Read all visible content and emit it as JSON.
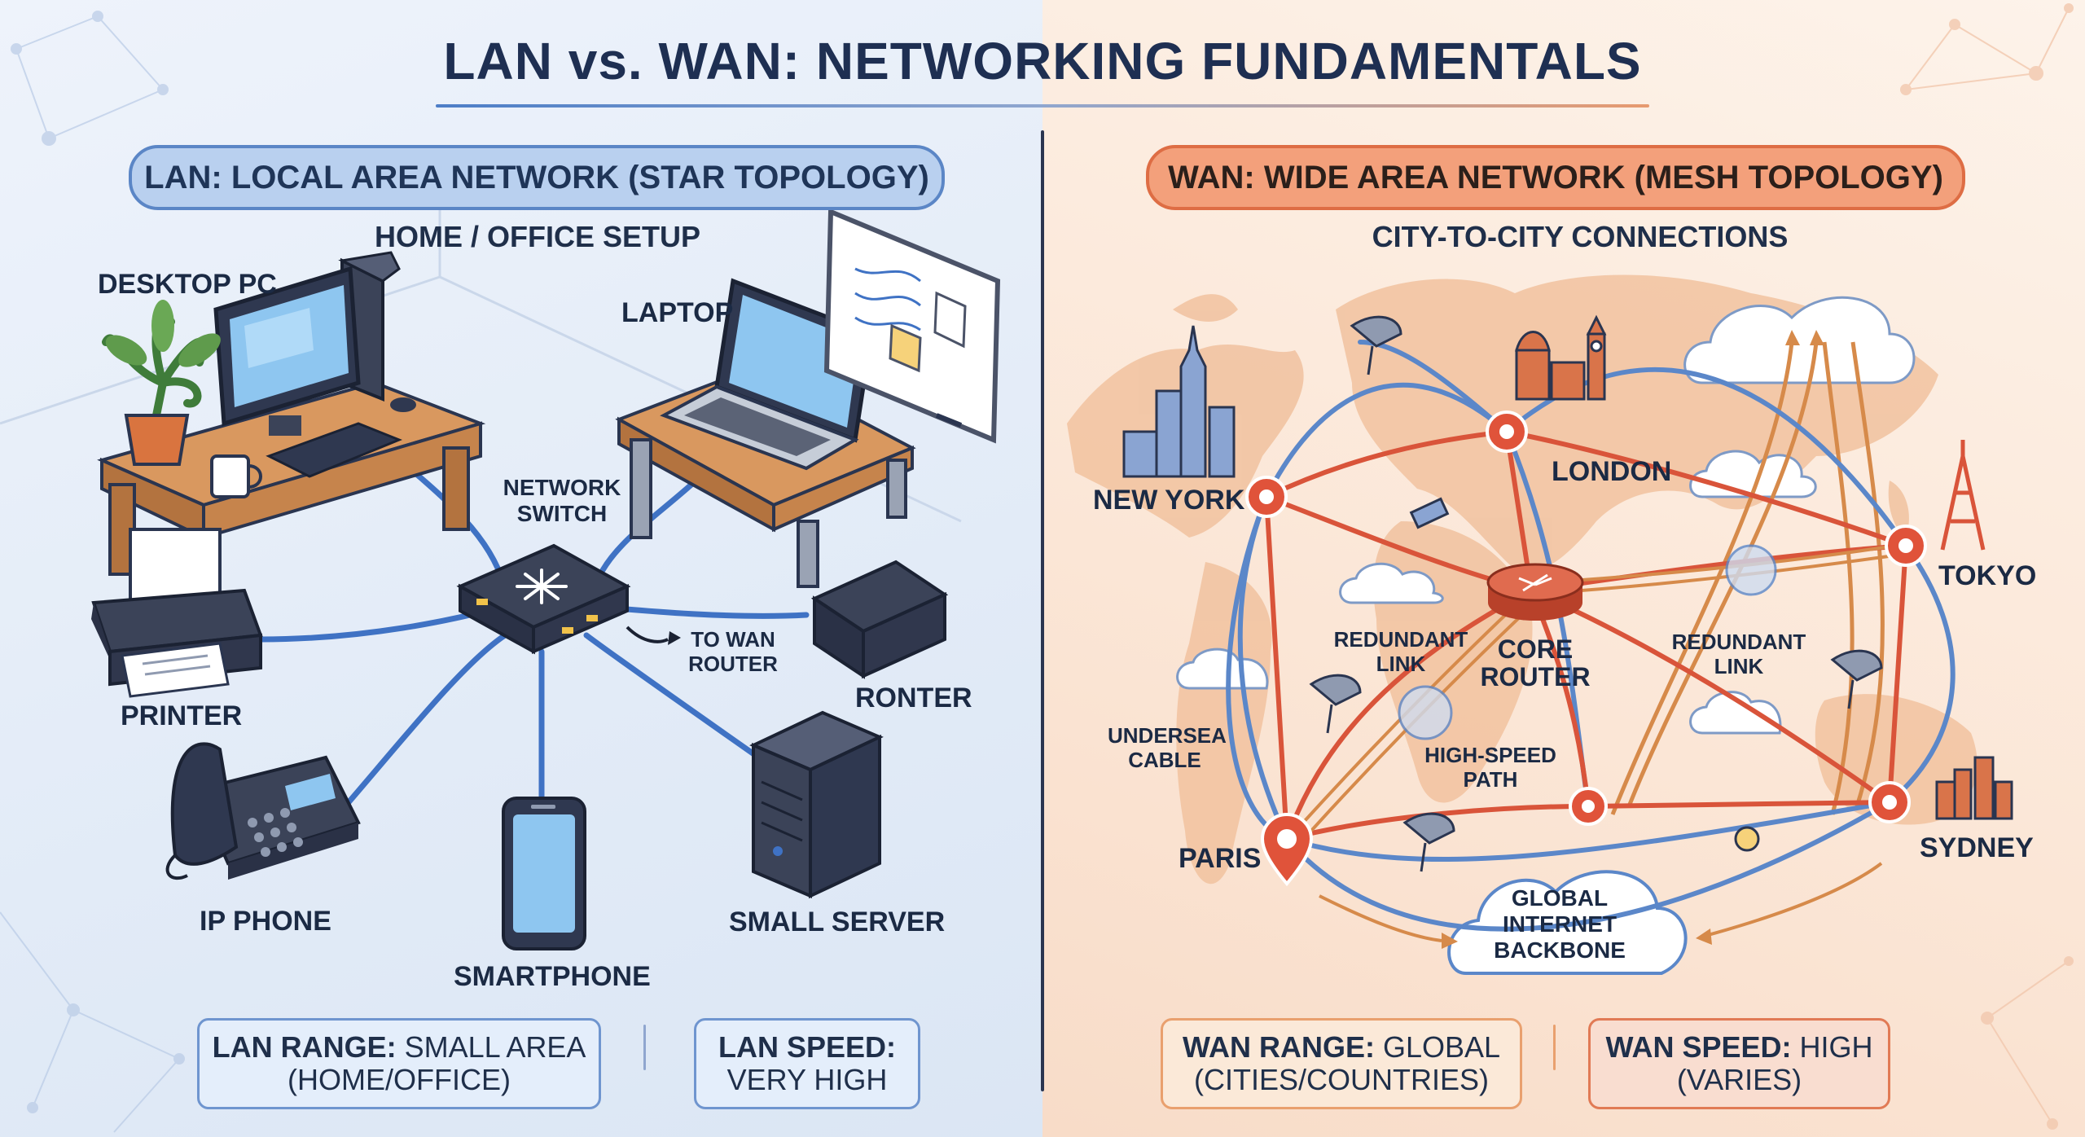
{
  "title": "LAN vs. WAN: NETWORKING FUNDAMENTALS",
  "lan": {
    "heading": "LAN: LOCAL AREA NETWORK (STAR TOPOLOGY)",
    "subtitle": "HOME / OFFICE SETUP",
    "devices": {
      "desktop": "DESKTOP PC",
      "laptop": "LAPTOP",
      "switch_line1": "NETWORK",
      "switch_line2": "SWITCH",
      "printer": "PRINTER",
      "to_wan_line1": "TO WAN",
      "to_wan_line2": "ROUTER",
      "router": "RONTER",
      "ip_phone": "IP PHONE",
      "smartphone": "SMARTPHONE",
      "server": "SMALL SERVER"
    },
    "range_key": "LAN RANGE:",
    "range_value_inline": "SMALL AREA",
    "range_value_line2": "(HOME/OFFICE)",
    "speed_key": "LAN SPEED:",
    "speed_value": "VERY HIGH"
  },
  "wan": {
    "heading": "WAN: WIDE AREA NETWORK (MESH TOPOLOGY)",
    "subtitle": "CITY-TO-CITY CONNECTIONS",
    "nodes": {
      "new_york": "NEW YORK",
      "london": "LONDON",
      "tokyo": "TOKYO",
      "paris": "PARIS",
      "sydney": "SYDNEY",
      "core_line1": "CORE",
      "core_line2": "ROUTER"
    },
    "annotations": {
      "redundant_left_1": "REDUNDANT",
      "redundant_left_2": "LINK",
      "redundant_right_1": "REDUNDANT",
      "redundant_right_2": "LINK",
      "undersea_1": "UNDERSEA",
      "undersea_2": "CABLE",
      "highspeed_1": "HIGH-SPEED",
      "highspeed_2": "PATH",
      "backbone_1": "GLOBAL",
      "backbone_2": "INTERNET",
      "backbone_3": "BACKBONE"
    },
    "range_key": "WAN RANGE:",
    "range_value_inline": "GLOBAL",
    "range_value_line2": "(CITIES/COUNTRIES)",
    "speed_key": "WAN SPEED:",
    "speed_value_inline": "HIGH",
    "speed_value_line2": "(VARIES)"
  },
  "colors": {
    "lan_accent": "#5b86c6",
    "wan_accent": "#de6d44",
    "lan_cable": "#3f72c4",
    "wan_red_link": "#d9543a",
    "wan_blue_link": "#5b87c9",
    "map_land": "#f1c29f"
  }
}
